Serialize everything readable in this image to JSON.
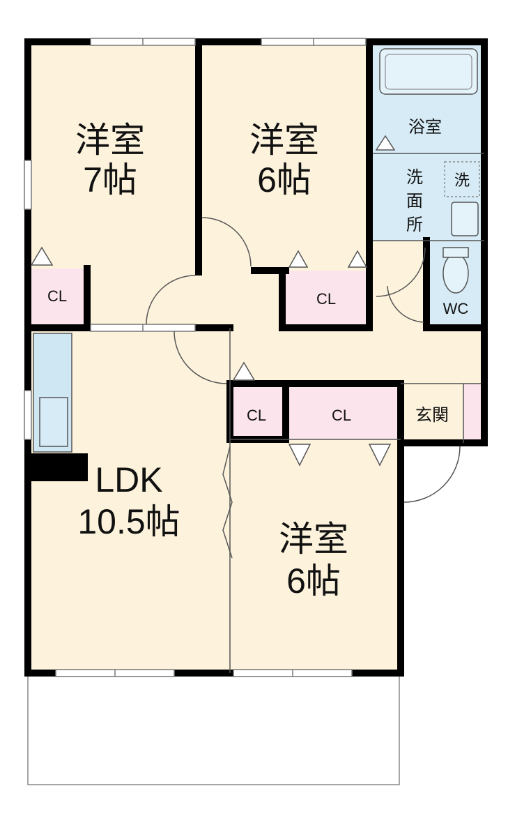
{
  "floorplan": {
    "rooms": {
      "room_nw": {
        "name": "洋室",
        "size": "7帖"
      },
      "room_n": {
        "name": "洋室",
        "size": "6帖"
      },
      "room_s": {
        "name": "洋室",
        "size": "6帖"
      },
      "ldk": {
        "name": "LDK",
        "size": "10.5帖"
      },
      "bath": {
        "name": "浴室"
      },
      "washroom": {
        "name": "洗面所",
        "chars": [
          "洗",
          "面",
          "所"
        ]
      },
      "washer": {
        "name": "洗"
      },
      "toilet": {
        "name": "WC"
      },
      "entrance": {
        "name": "玄関"
      }
    },
    "closets": {
      "cl1": "CL",
      "cl2": "CL",
      "cl3": "CL",
      "cl4": "CL"
    }
  },
  "colors": {
    "room_fill": "#fdf3dc",
    "closet_fill": "#fce4ec",
    "wet_fill": "#d6ebf5",
    "wall": "#000000",
    "thin_line": "#555555"
  }
}
